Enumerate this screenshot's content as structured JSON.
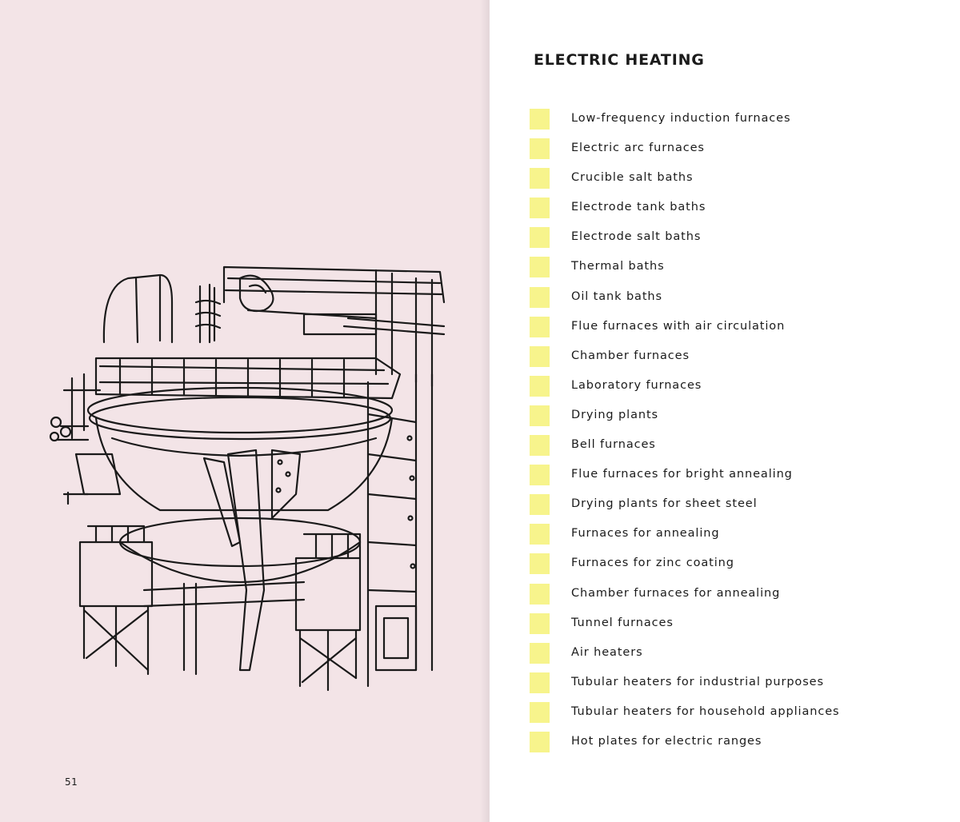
{
  "left_page": {
    "page_number": "51",
    "illustration": "electric-arc-furnace-sketch"
  },
  "right_page": {
    "heading": "ELECTRIC HEATING",
    "swatch_color": "#f7f48c",
    "items": [
      "Low-frequency induction furnaces",
      "Electric arc furnaces",
      "Crucible salt baths",
      "Electrode tank baths",
      "Electrode salt baths",
      "Thermal baths",
      "Oil tank baths",
      "Flue furnaces with air circulation",
      "Chamber furnaces",
      "Laboratory furnaces",
      "Drying plants",
      "Bell furnaces",
      "Flue furnaces for bright annealing",
      "Drying plants for sheet steel",
      "Furnaces for annealing",
      "Furnaces for zinc coating",
      "Chamber furnaces for annealing",
      "Tunnel furnaces",
      "Air heaters",
      "Tubular heaters for industrial purposes",
      "Tubular heaters for household appliances",
      "Hot plates for electric ranges"
    ]
  }
}
